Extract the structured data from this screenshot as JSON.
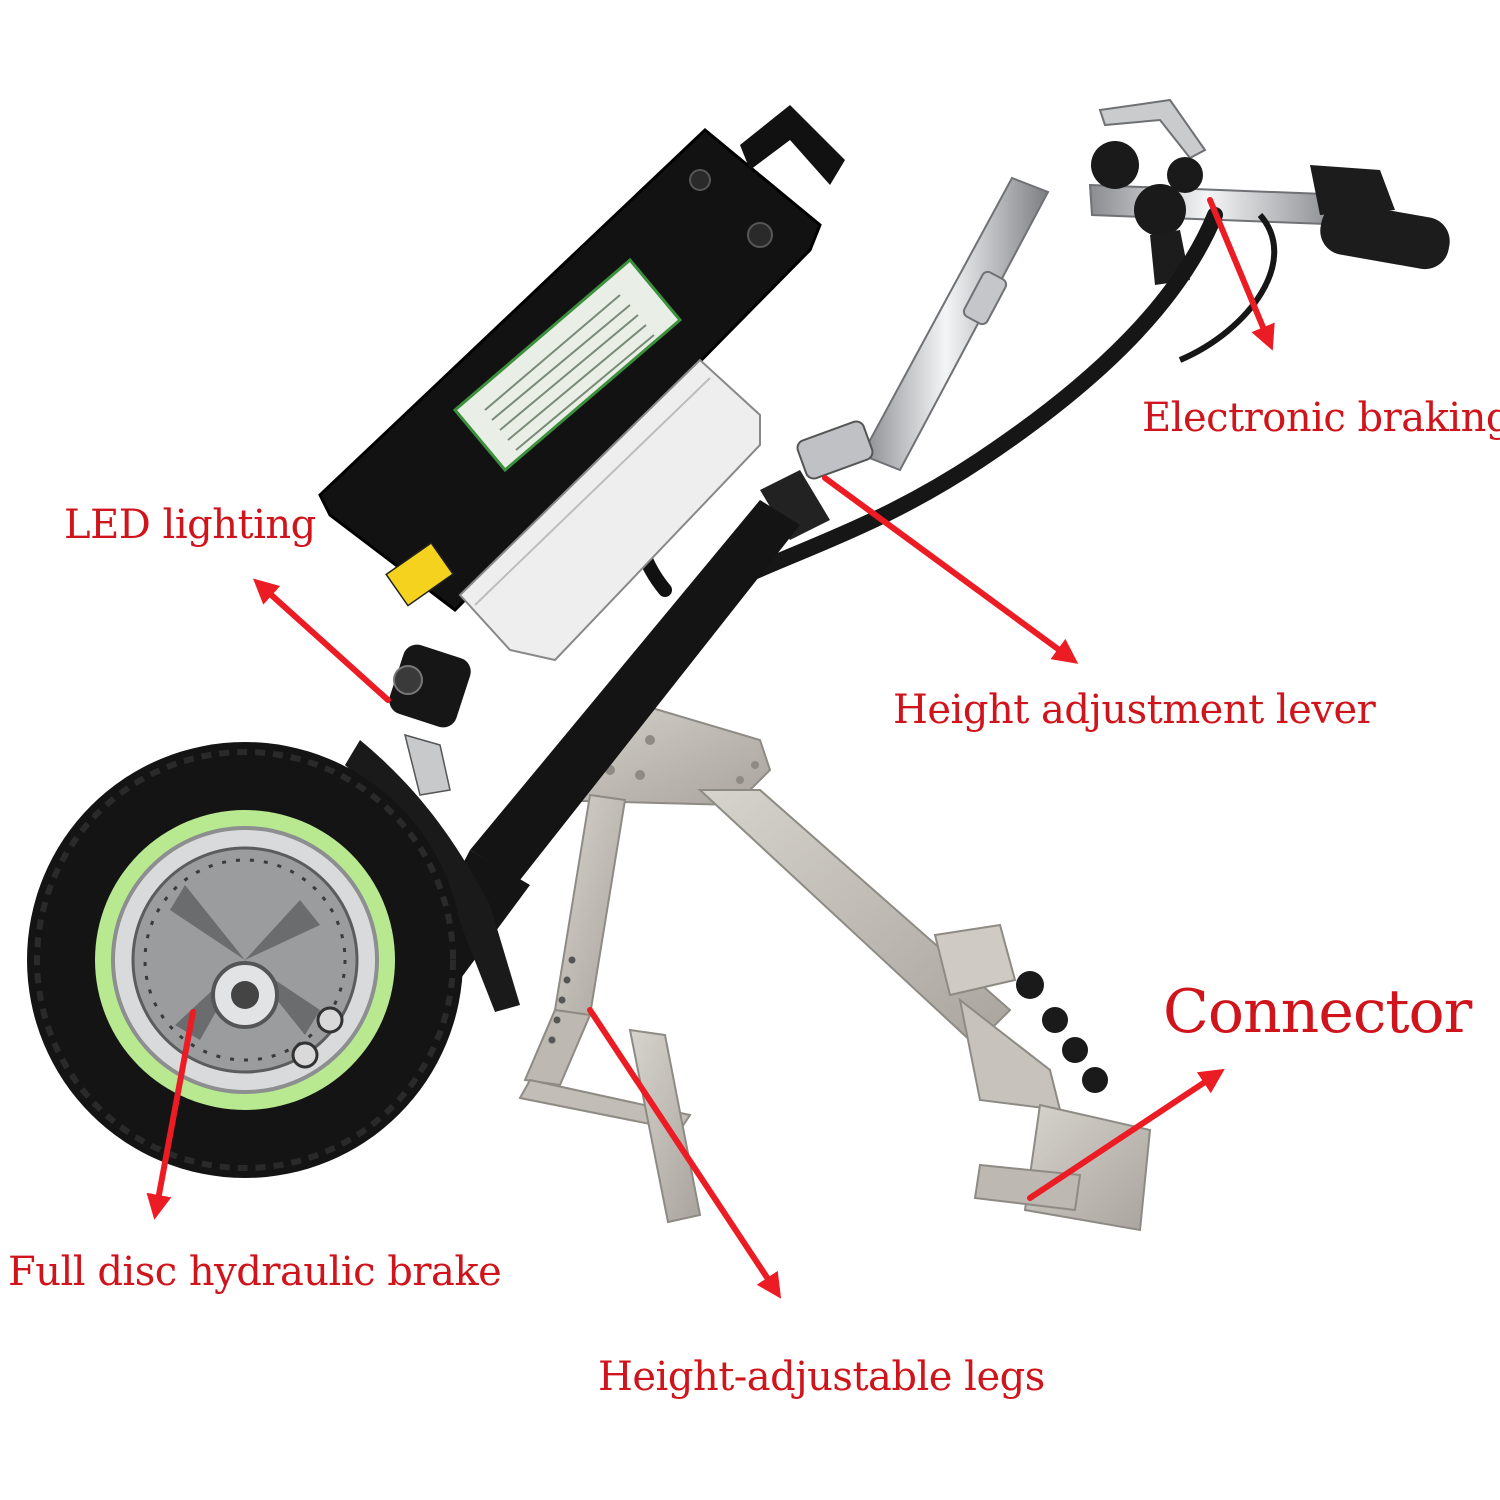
{
  "colors": {
    "label": "#d0141c",
    "arrow": "#ec1c24",
    "frame": "#111111",
    "steel": "#c9c4bd",
    "chrome": "#d8dadc",
    "tire": "#161616",
    "rim_glow": "#b8e890",
    "background": "#ffffff"
  },
  "labels": {
    "electronic_braking": "Electronic braking",
    "led_lighting": "LED lighting",
    "height_adjustment_lever": "Height adjustment lever",
    "connector": "Connector",
    "disc_brake": "Full disc hydraulic brake",
    "adjustable_legs": "Height-adjustable legs"
  }
}
